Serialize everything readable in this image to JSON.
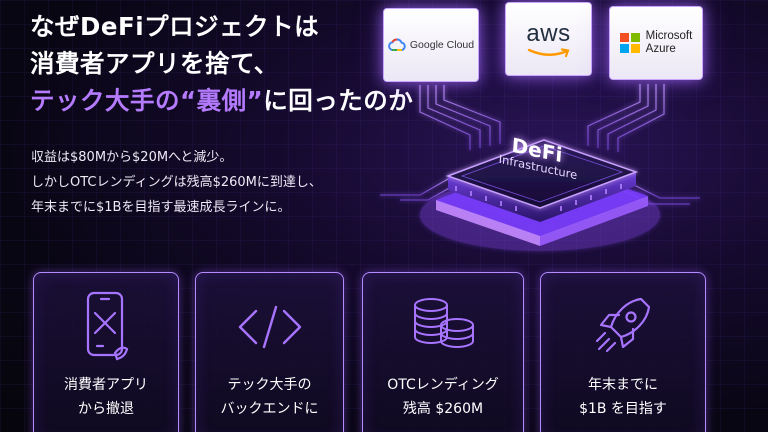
{
  "headline": {
    "line1": "なぜDeFiプロジェクトは",
    "line2": "消費者アプリを捨て、",
    "line3_accent": "テック大手の“裏側”",
    "line3_rest": "に回ったのか"
  },
  "body": {
    "line1": "収益は$80Mから$20Mへと減少。",
    "line2": "しかしOTCレンディングは残高$260Mに到達し、",
    "line3": "年末までに$1Bを目指す最速成長ラインに。"
  },
  "clouds": {
    "google": "Google Cloud",
    "aws": "aws",
    "azure_line1": "Microsoft",
    "azure_line2": "Azure"
  },
  "chip": {
    "title": "DeFi",
    "subtitle": "Infrastructure"
  },
  "cards": [
    {
      "icon": "crossed-phone-icon",
      "line1": "消費者アプリ",
      "line2": "から撤退"
    },
    {
      "icon": "code-brackets-icon",
      "line1": "テック大手の",
      "line2": "バックエンドに"
    },
    {
      "icon": "coin-stack-icon",
      "line1": "OTCレンディング",
      "line2": "残高 $260M"
    },
    {
      "icon": "rocket-icon",
      "line1": "年末までに",
      "line2": "$1B を目指す"
    }
  ],
  "colors": {
    "accent": "#b57bff",
    "background": "#0b0818",
    "glow": "#a86bff"
  }
}
